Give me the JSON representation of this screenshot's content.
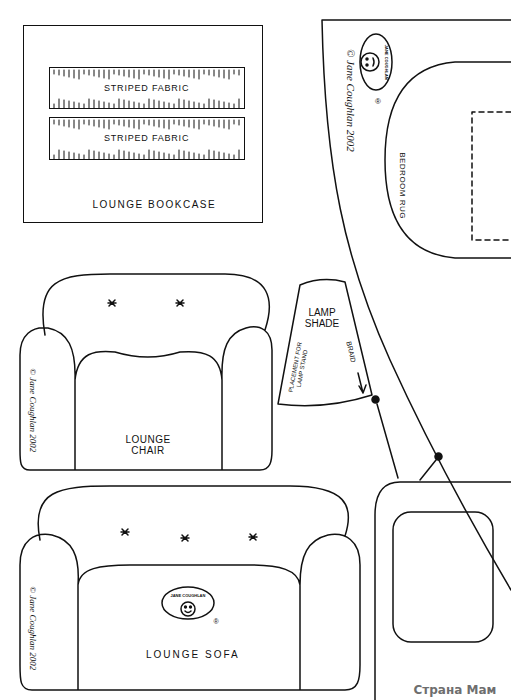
{
  "diagram": {
    "nodes": [
      {
        "text": [
          "LOUNGE BOOKCASE"
        ]
      },
      {
        "text": [
          "STRIPED FABRIC"
        ],
        "in": 0
      },
      {
        "text": [
          "STRIPED FABRIC"
        ],
        "in": 0
      },
      {
        "text": [
          "© Jane Coughlan 2002",
          "JANE COUGHLAN",
          "®"
        ]
      },
      {
        "text": [
          "BEDROOM RUG"
        ],
        "in": 3
      },
      {
        "text": [
          "LAMP SHADE",
          "PLACEMENT FOR LAMP STAND",
          "BRAID"
        ]
      },
      {
        "text": [
          "© Jane Coughlan 2002",
          "LOUNGE CHAIR"
        ]
      },
      {
        "text": [
          "© Jane Coughlan 2002",
          "JANE COUGHLAN",
          "®",
          "LOUNGE SOFA"
        ]
      }
    ],
    "labels": [
      "Страна Мам"
    ]
  }
}
